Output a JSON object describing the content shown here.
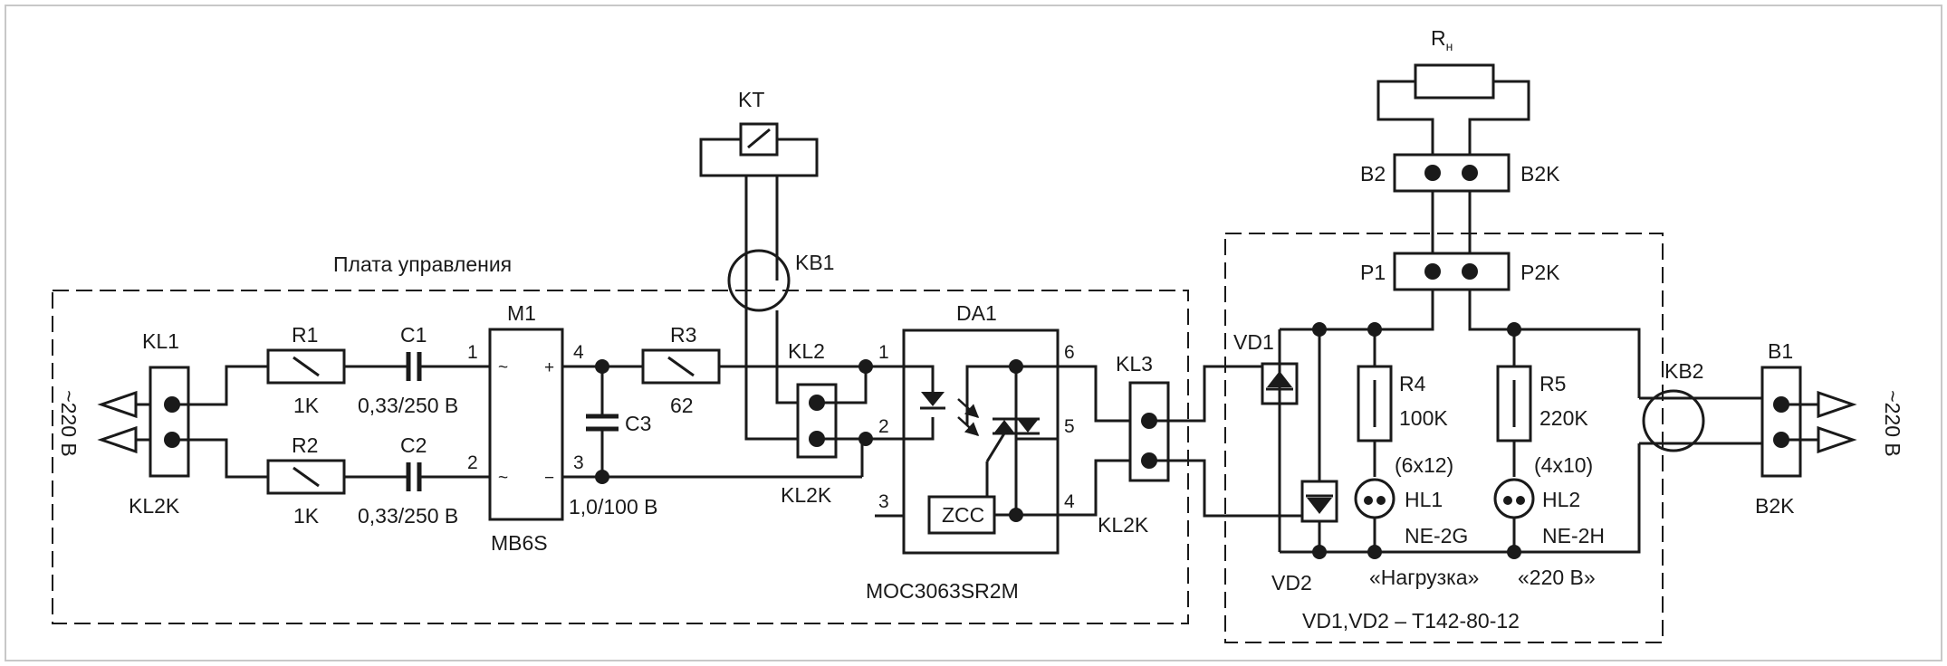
{
  "board_label": "Плата управления",
  "mains": {
    "left": "~220 В",
    "right": "~220 В"
  },
  "kl1": {
    "name": "KL1",
    "mate": "KL2K"
  },
  "r1": {
    "name": "R1",
    "value": "1K"
  },
  "r2": {
    "name": "R2",
    "value": "1K"
  },
  "c1": {
    "name": "C1",
    "value": "0,33/250 В"
  },
  "c2": {
    "name": "C2",
    "value": "0,33/250 В"
  },
  "m1": {
    "name": "M1",
    "part": "MB6S",
    "pin1": "1",
    "pin2": "2",
    "pin3": "3",
    "pin4": "4",
    "ac1": "~",
    "ac2": "~",
    "plus": "+",
    "minus": "−"
  },
  "c3": {
    "name": "C3",
    "value": "1,0/100 В"
  },
  "r3": {
    "name": "R3",
    "value": "62"
  },
  "kt": {
    "name": "KT"
  },
  "kb1": {
    "name": "KB1"
  },
  "kl2": {
    "name": "KL2",
    "mate": "KL2K"
  },
  "da1": {
    "name": "DA1",
    "part": "MOC3063SR2M",
    "zcc": "ZCC",
    "pin1": "1",
    "pin2": "2",
    "pin3": "3",
    "pin4": "4",
    "pin5": "5",
    "pin6": "6"
  },
  "kl3": {
    "name": "KL3",
    "mate": "KL2K"
  },
  "vd1": {
    "name": "VD1"
  },
  "vd2": {
    "name": "VD2"
  },
  "thyristor_note": "VD1,VD2 – T142-80-12",
  "rn": {
    "name": "R",
    "sub": "н"
  },
  "b2": {
    "name": "B2",
    "mate": "B2K"
  },
  "p1": {
    "name": "P1",
    "mate": "P2K"
  },
  "r4": {
    "name": "R4",
    "value": "100K"
  },
  "r5": {
    "name": "R5",
    "value": "220K"
  },
  "hl1": {
    "name": "HL1",
    "size": "(6x12)",
    "type": "NE-2G",
    "caption": "«Нагрузка»"
  },
  "hl2": {
    "name": "HL2",
    "size": "(4x10)",
    "type": "NE-2H",
    "caption": "«220 В»"
  },
  "kb2": {
    "name": "KB2"
  },
  "b1": {
    "name": "B1",
    "mate": "B2K"
  }
}
